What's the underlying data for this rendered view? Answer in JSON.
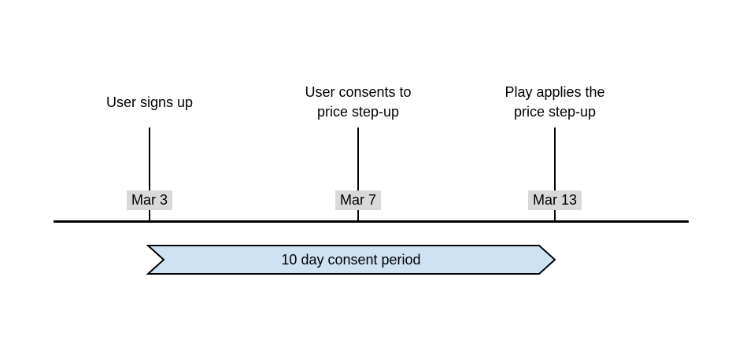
{
  "diagram": {
    "type": "timeline",
    "events": [
      {
        "label": "User signs up",
        "date": "Mar 3"
      },
      {
        "label": "User consents to\nprice step-up",
        "date": "Mar 7"
      },
      {
        "label": "Play applies the\nprice step-up",
        "date": "Mar 13"
      }
    ],
    "banner": {
      "label": "10 day consent period",
      "spans_from": "Mar 3",
      "spans_to": "Mar 13"
    },
    "colors": {
      "background": "#ffffff",
      "line": "#000000",
      "text": "#000000",
      "date_chip_background": "#d9d9d9",
      "banner_fill": "#cfe2f3",
      "banner_border": "#000000"
    }
  }
}
